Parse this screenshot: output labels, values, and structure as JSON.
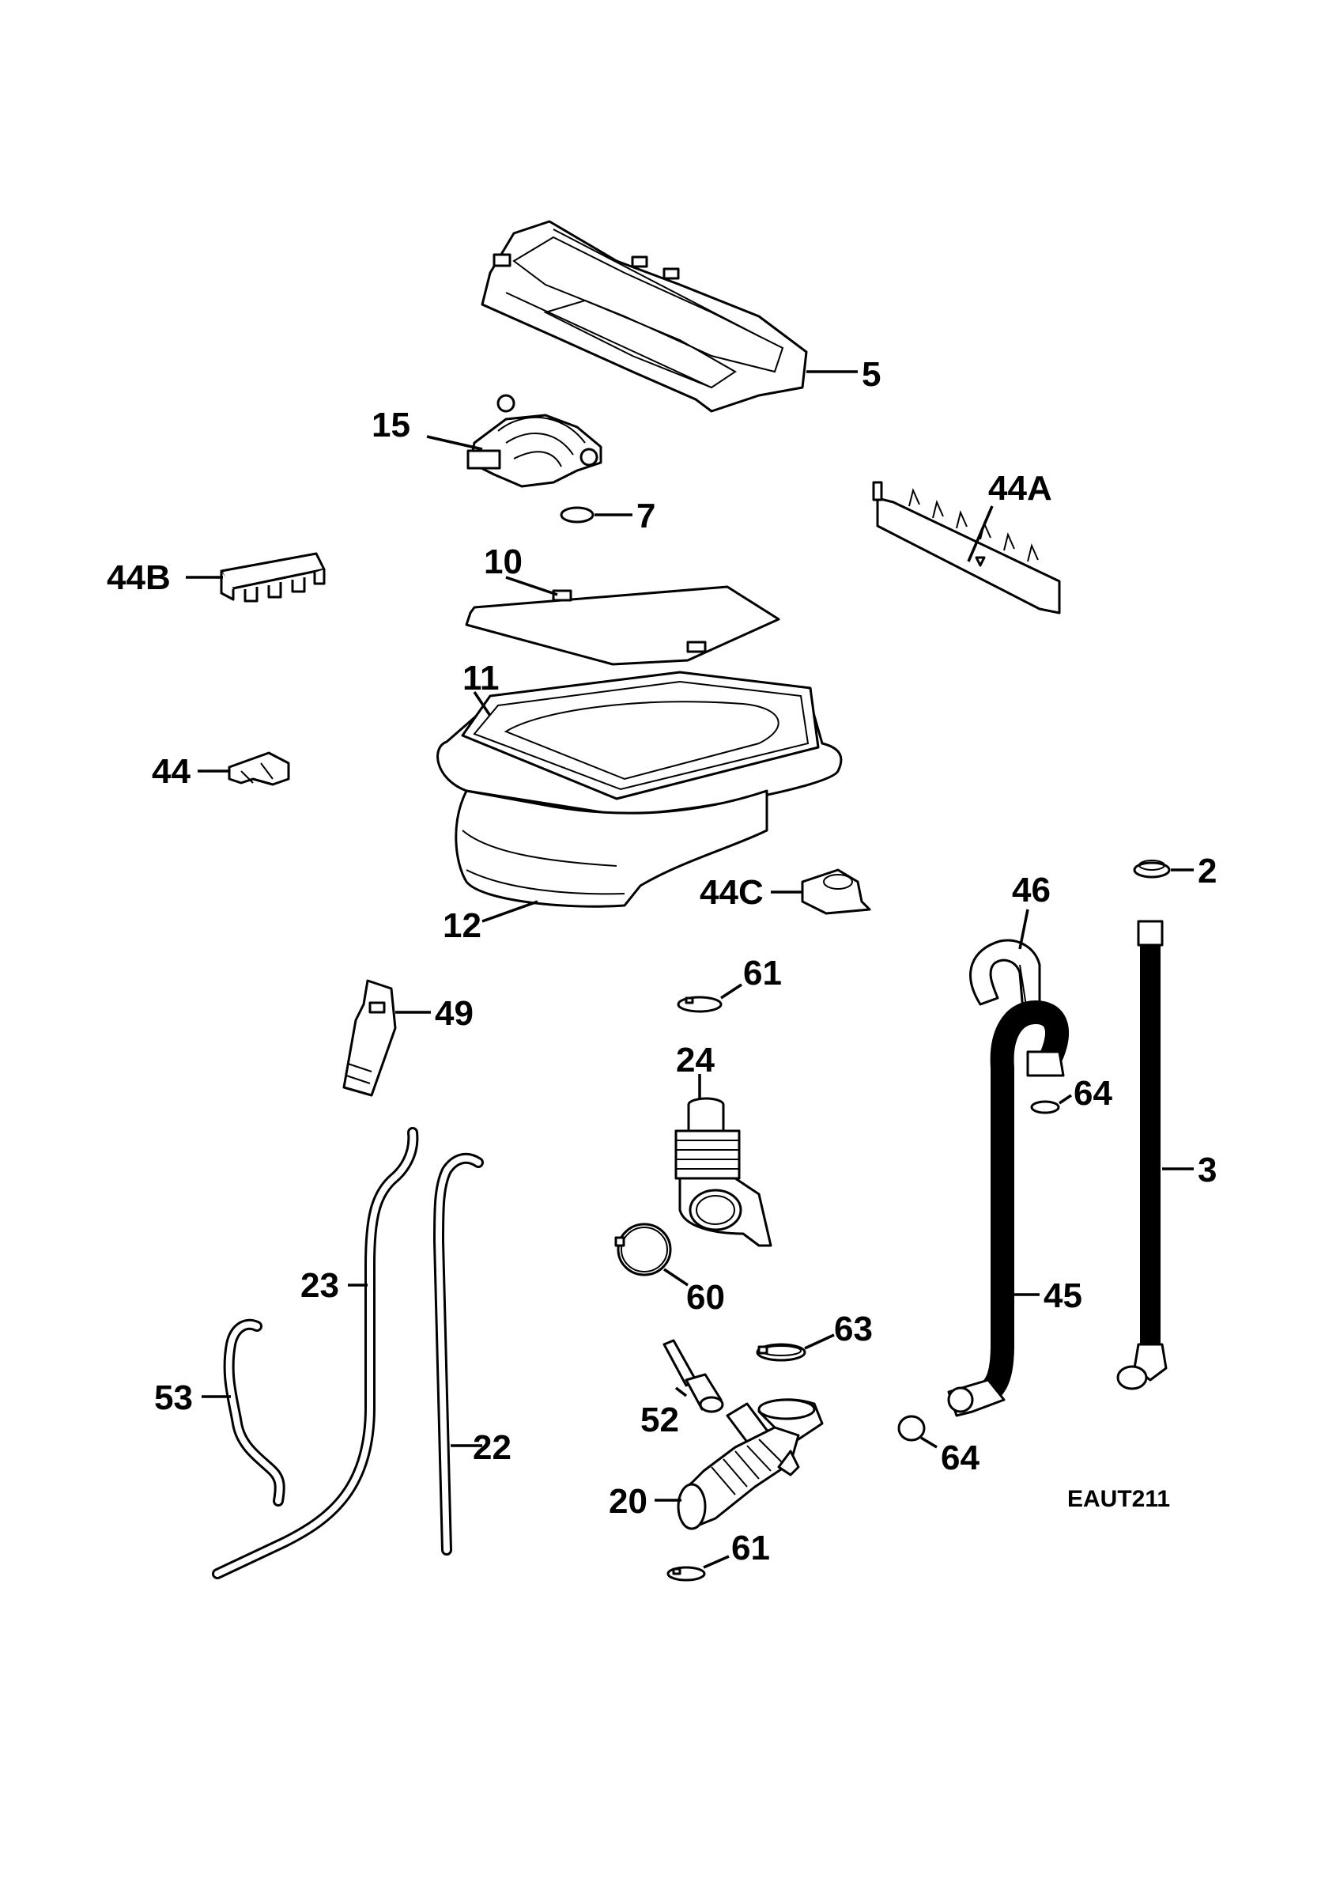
{
  "labels": {
    "p5": "5",
    "p15": "15",
    "p7": "7",
    "p44a": "44A",
    "p44b": "44B",
    "p10": "10",
    "p11": "11",
    "p44": "44",
    "p12": "12",
    "p44c": "44C",
    "p2": "2",
    "p46": "46",
    "p61a": "61",
    "p49": "49",
    "p24": "24",
    "p64a": "64",
    "p3": "3",
    "p23": "23",
    "p60": "60",
    "p45": "45",
    "p63": "63",
    "p53": "53",
    "p52": "52",
    "p22": "22",
    "p64b": "64",
    "p20": "20",
    "p61b": "61"
  },
  "diagram_code": "EAUT211"
}
